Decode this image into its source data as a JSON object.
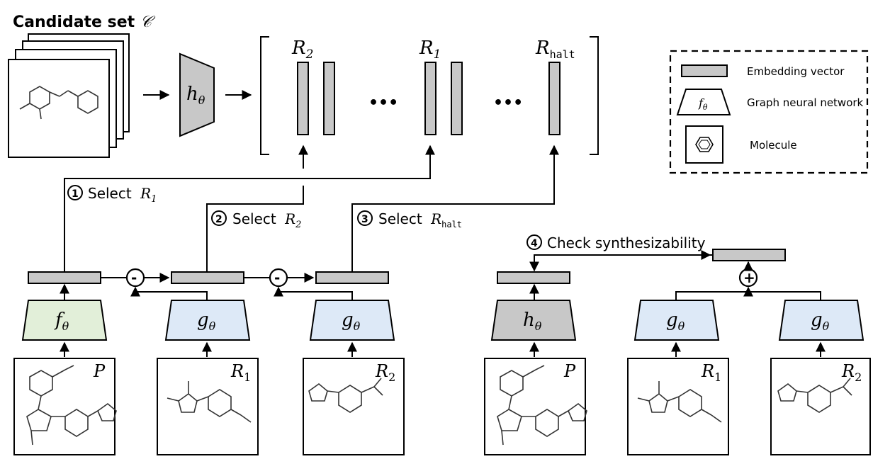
{
  "candidate_set": {
    "label_text": "Candidate set",
    "label_symbol": "𝒞"
  },
  "encoder_h": {
    "label": "h",
    "sub": "θ"
  },
  "embedding_bank": {
    "items": [
      {
        "base": "R",
        "sub": "2",
        "mono": false
      },
      {
        "base": "R",
        "sub": "1",
        "mono": false
      },
      {
        "base": "R",
        "sub": "halt",
        "mono": true
      }
    ],
    "ellipsis": "•••"
  },
  "steps": [
    {
      "num": "1",
      "text": "Select",
      "base": "R",
      "sub": "1",
      "mono": false
    },
    {
      "num": "2",
      "text": "Select",
      "base": "R",
      "sub": "2",
      "mono": false
    },
    {
      "num": "3",
      "text": "Select",
      "base": "R",
      "sub": "halt",
      "mono": true
    },
    {
      "num": "4",
      "text": "Check synthesizability"
    }
  ],
  "ops": {
    "minus": "-",
    "plus": "+"
  },
  "networks": {
    "f": {
      "label": "f",
      "sub": "θ",
      "color": "#e2efd9"
    },
    "g": {
      "label": "g",
      "sub": "θ",
      "color": "#dde9f7"
    },
    "h": {
      "label": "h",
      "sub": "θ",
      "color": "#c8c8c8"
    }
  },
  "molecule_labels": {
    "P": {
      "base": "P"
    },
    "R1": {
      "base": "R",
      "sub": "1"
    },
    "R2": {
      "base": "R",
      "sub": "2"
    }
  },
  "legend": {
    "embedding": "Embedding vector",
    "gnn": "Graph neural network",
    "molecule": "Molecule",
    "gnn_icon_label": "f",
    "gnn_icon_sub": "θ"
  },
  "colors": {
    "vector": "#c8c8c8",
    "f_net": "#e2efd9",
    "g_net": "#dde9f7",
    "h_net": "#c8c8c8"
  }
}
